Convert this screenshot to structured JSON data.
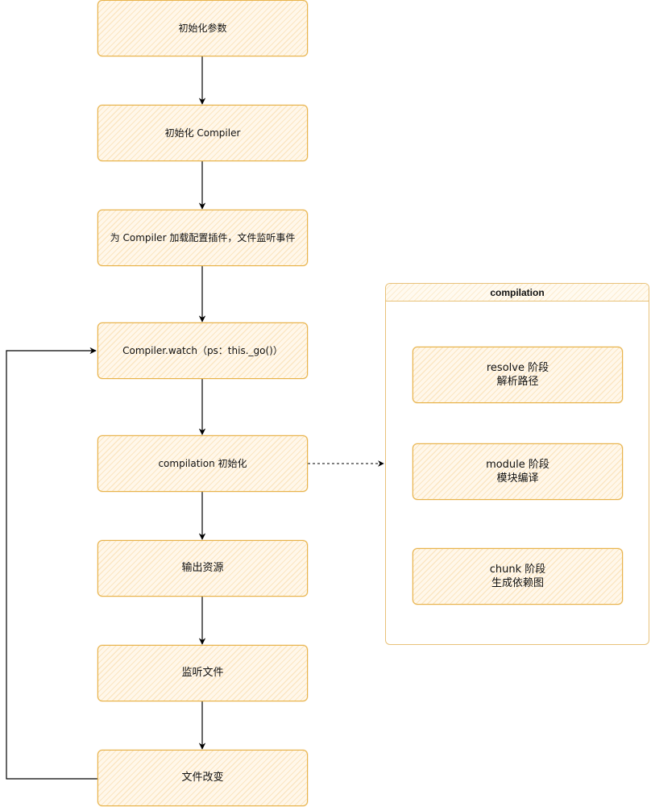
{
  "flow": {
    "step1": "初始化参数",
    "step2": "初始化 Compiler",
    "step3": "为 Compiler 加载配置插件，文件监听事件",
    "step4": "Compiler.watch（ps：this._go()）",
    "step5": "compilation 初始化",
    "step6": "输出资源",
    "step7": "监听文件",
    "step8": "文件改变"
  },
  "compilation_group": {
    "title": "compilation",
    "resolve": {
      "line1": "resolve 阶段",
      "line2": "解析路径"
    },
    "module": {
      "line1": "module 阶段",
      "line2": "模块编译"
    },
    "chunk": {
      "line1": "chunk 阶段",
      "line2": "生成依赖图"
    }
  },
  "colors": {
    "node_border": "#e8b34a",
    "node_fill": "#fff7ea",
    "edge": "#000000"
  }
}
